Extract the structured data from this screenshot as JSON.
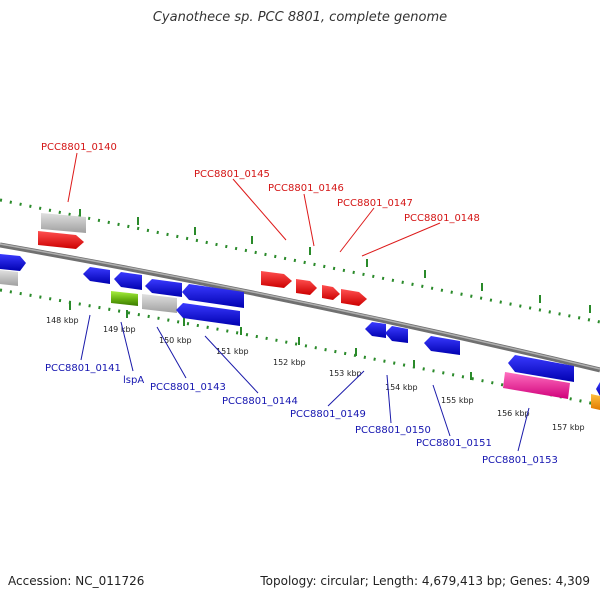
{
  "title": "Cyanothece sp. PCC 8801, complete genome",
  "footer": {
    "accession": "Accession: NC_011726",
    "summary": "Topology: circular; Length: 4,679,413 bp; Genes: 4,309"
  },
  "kbp_ticks": [
    "148 kbp",
    "149 kbp",
    "150 kbp",
    "151 kbp",
    "152 kbp",
    "153 kbp",
    "154 kbp",
    "155 kbp",
    "156 kbp",
    "157 kbp"
  ],
  "genes_forward": [
    {
      "name": "PCC8801_0140",
      "color": "#ff0000"
    },
    {
      "name": "PCC8801_0145",
      "color": "#ff0000"
    },
    {
      "name": "PCC8801_0146",
      "color": "#ff0000"
    },
    {
      "name": "PCC8801_0147",
      "color": "#ff0000"
    },
    {
      "name": "PCC8801_0148",
      "color": "#ff0000"
    }
  ],
  "genes_reverse": [
    {
      "name": "PCC8801_0141",
      "color": "#1010e0"
    },
    {
      "name": "lspA",
      "color": "#1010e0"
    },
    {
      "name": "PCC8801_0143",
      "color": "#1010e0"
    },
    {
      "name": "PCC8801_0144",
      "color": "#1010e0"
    },
    {
      "name": "PCC8801_0149",
      "color": "#1010e0"
    },
    {
      "name": "PCC8801_0150",
      "color": "#1010e0"
    },
    {
      "name": "PCC8801_0151",
      "color": "#1010e0"
    },
    {
      "name": "PCC8801_0153",
      "color": "#1010e0"
    }
  ],
  "colors": {
    "forward_gene": "#ff0000",
    "reverse_gene": "#1010e0",
    "label_forward": "#d41515",
    "label_reverse": "#1515b0",
    "backbone": "#808080",
    "tick": "#2a8a2a",
    "rna_gray": "#c4c4c4",
    "rna_green": "#7fd11e",
    "rna_magenta": "#ff2da0",
    "rna_orange": "#ff9900"
  }
}
